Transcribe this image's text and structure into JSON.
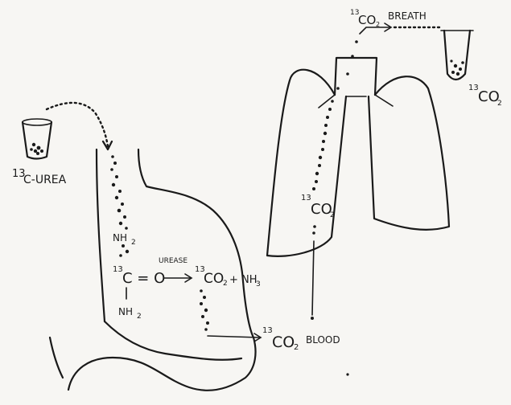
{
  "labels": {
    "urea": {
      "sup": "13",
      "main": "C-UREA"
    },
    "urease": "UREASE",
    "nh2_top": {
      "main": "NH",
      "sub": "2"
    },
    "carbonyl": {
      "sup": "13",
      "main": "C = O"
    },
    "nh2_bottom": {
      "main": "NH",
      "sub": "2"
    },
    "products": {
      "sup": "13",
      "co": "CO",
      "sub": "2",
      "rest": "+ NH",
      "sub2": "3"
    },
    "blood": {
      "sup": "13",
      "co": "CO",
      "sub": "2",
      "word": "BLOOD"
    },
    "lung_co2": {
      "sup": "13",
      "co": "CO",
      "sub": "2"
    },
    "breath": {
      "sup": "13",
      "co": "CO",
      "sub": "2",
      "word": "BREATH"
    },
    "tube_co2": {
      "sup": "13",
      "co": "CO",
      "sub": "2"
    }
  }
}
